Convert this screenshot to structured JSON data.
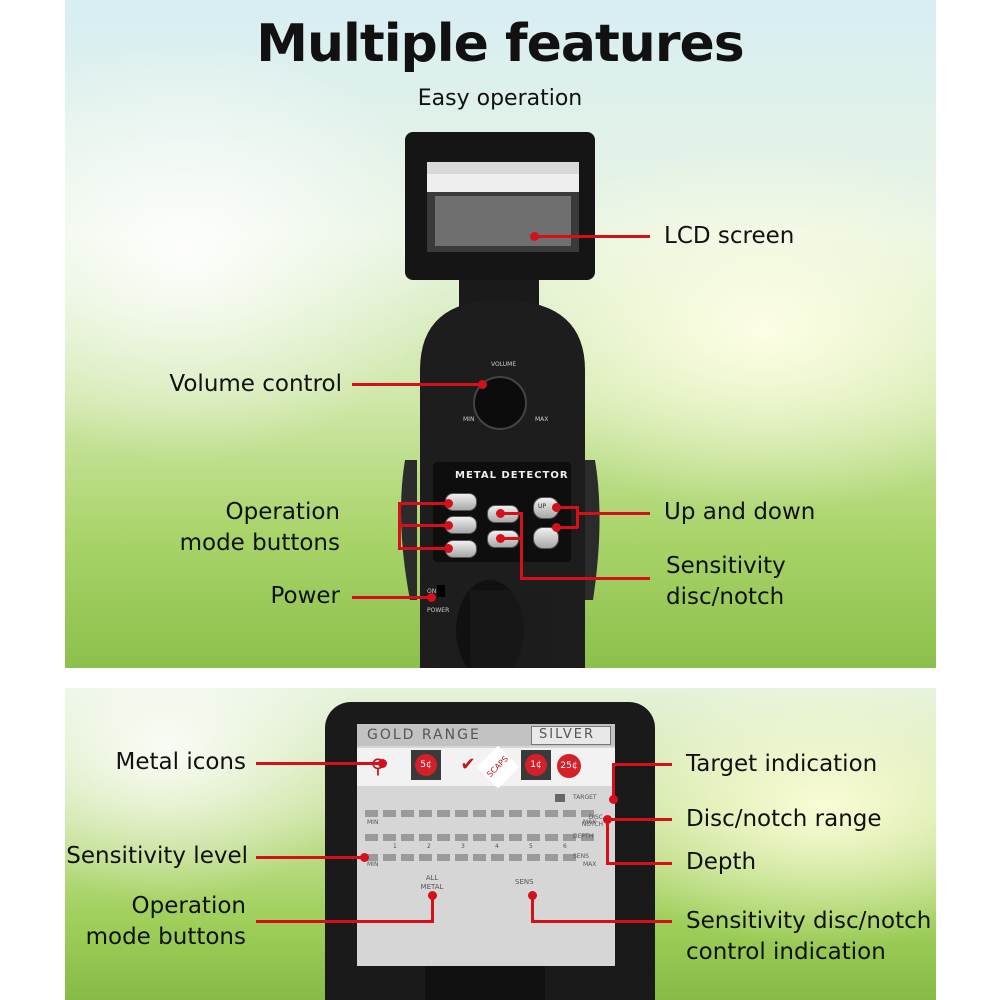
{
  "header": {
    "title": "Multiple features",
    "subtitle": "Easy operation"
  },
  "top_labels": {
    "lcd_screen": "LCD screen",
    "volume_control": "Volume control",
    "operation_mode_buttons_line1": "Operation",
    "operation_mode_buttons_line2": "mode buttons",
    "power": "Power",
    "up_and_down": "Up and down",
    "sensitivity_line1": "Sensitivity",
    "sensitivity_line2": "disc/notch"
  },
  "device_text": {
    "volume": "VOLUME",
    "min": "MIN",
    "max": "MAX",
    "brand_plate": "METAL DETECTOR",
    "up_button": "UP",
    "on": "ON",
    "power": "POWER"
  },
  "bottom_labels": {
    "metal_icons": "Metal icons",
    "sensitivity_level": "Sensitivity level",
    "operation_mode_buttons_line1": "Operation",
    "operation_mode_buttons_line2": "mode buttons",
    "target_indication": "Target indication",
    "disc_notch_range": "Disc/notch range",
    "depth": "Depth",
    "sens_control_line1": "Sensitivity disc/notch",
    "sens_control_line2": "control indication"
  },
  "lcd": {
    "gold_range": "GOLD RANGE",
    "silver": "SILVER",
    "coin_5": "5¢",
    "scaps": "SCAPS",
    "coin_1": "1¢",
    "coin_25": "25¢",
    "target": "TARGET",
    "disc_notch": "DISC NOTCH",
    "depth": "DEPTH",
    "sens": "SENS",
    "min": "MIN",
    "max": "MAX",
    "all_metal_line1": "ALL",
    "all_metal_line2": "METAL",
    "sens_bottom": "SENS",
    "scale": [
      "1",
      "2",
      "3",
      "4",
      "5",
      "6"
    ]
  },
  "colors": {
    "accent_red": "#d4101a",
    "device_black": "#1b1b1b"
  }
}
